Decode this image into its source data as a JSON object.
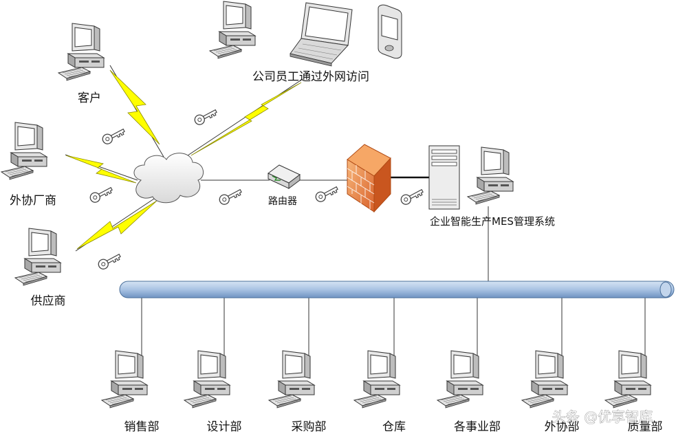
{
  "labels": {
    "customer": "客户",
    "outsource_vendor": "外协厂商",
    "supplier": "供应商",
    "remote_access": "公司员工通过外网访问",
    "router": "路由器",
    "mes": "企业智能生产MES管理系统"
  },
  "departments": [
    "销售部",
    "设计部",
    "采购部",
    "仓库",
    "各事业部",
    "外协部",
    "质量部"
  ],
  "watermark": "头条 @优享智库",
  "colors": {
    "bolt": "#ffff00",
    "bus": "#a9c3e3",
    "bus_stroke": "#4a6f9a",
    "firewall": "#f0a060"
  }
}
